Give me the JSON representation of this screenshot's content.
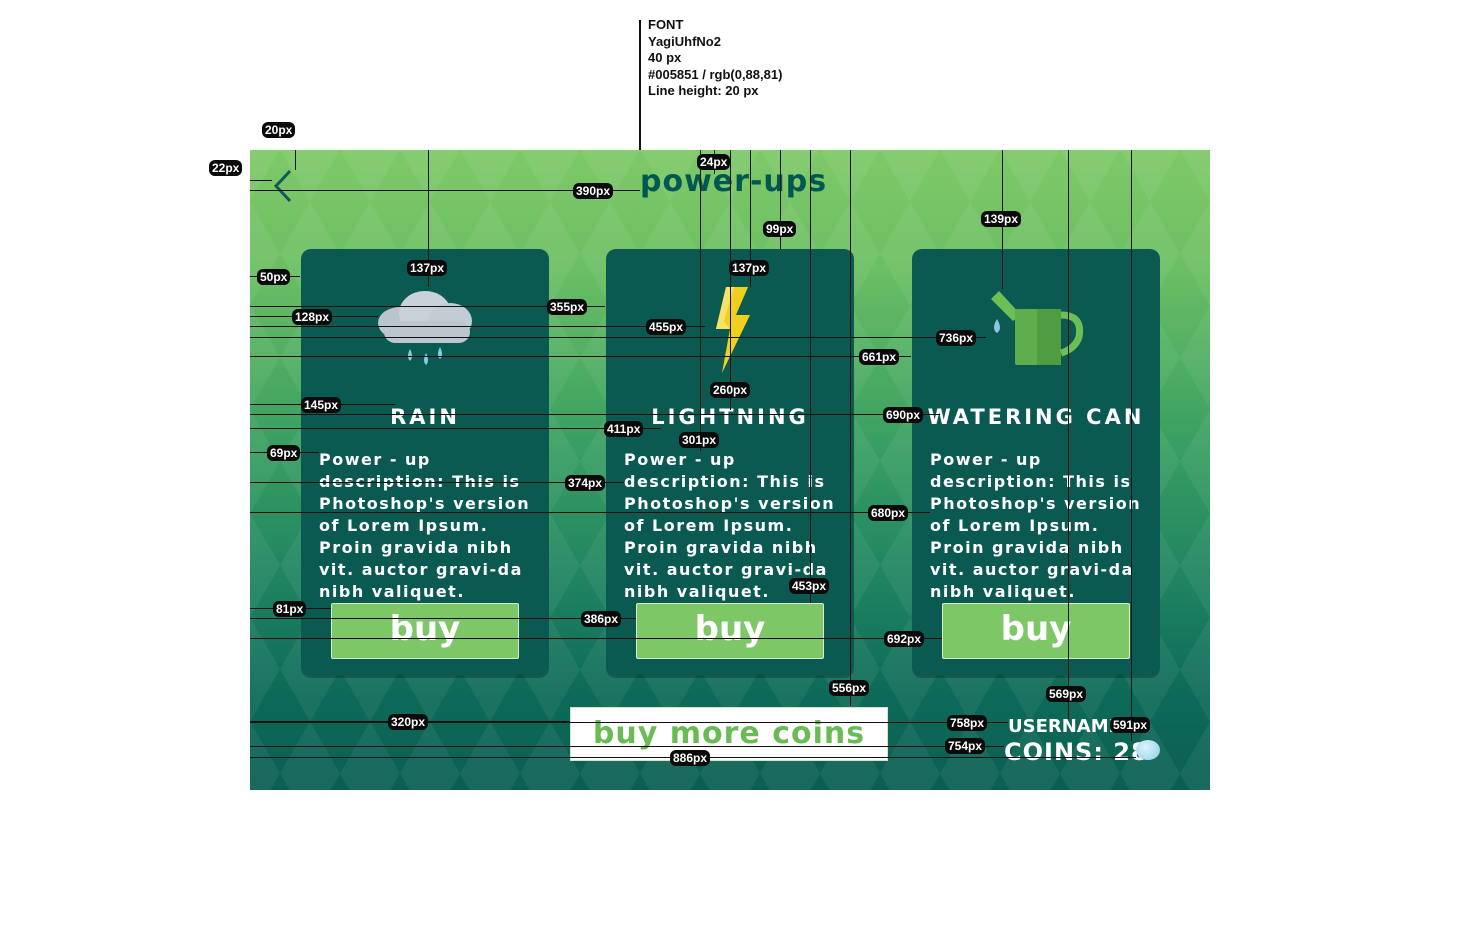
{
  "spec_note": {
    "lines": [
      "FONT",
      "YagiUhfNo2",
      "40 px",
      "#005851 / rgb(0,88,81)",
      "Line height: 20 px"
    ]
  },
  "header": {
    "back_icon": "chevron-left-icon",
    "title": "power-ups",
    "title_color": "#005851"
  },
  "cards": [
    {
      "icon": "rain-cloud-icon",
      "name": "RAIN",
      "description": "Power - up description: This is Photoshop's version  of Lorem Ipsum. Proin gravida nibh vit. auctor gravi-da nibh valiquet.",
      "buy_label": "buy"
    },
    {
      "icon": "lightning-bolt-icon",
      "name": "LIGHTNING",
      "description": "Power - up description: This is Photoshop's version  of Lorem Ipsum. Proin gravida nibh vit. auctor gravi-da nibh valiquet.",
      "buy_label": "buy"
    },
    {
      "icon": "watering-can-icon",
      "name": "WATERING CAN",
      "description": "Power - up description: This is Photoshop's version  of Lorem Ipsum. Proin gravida nibh vit. auctor gravi-da nibh valiquet.",
      "buy_label": "buy"
    }
  ],
  "footer": {
    "buy_more_label": "buy more coins",
    "username_label": "USERNAME",
    "coins_label": "COINS: 28",
    "coin_icon": "coin-drop-icon"
  },
  "colors": {
    "card_bg": "#0a5a52",
    "buy_button": "#7dc766",
    "buy_more_text": "#6abb55"
  },
  "measurements": [
    "20px",
    "22px",
    "24px",
    "390px",
    "99px",
    "139px",
    "50px",
    "137px",
    "137px",
    "355px",
    "128px",
    "455px",
    "736px",
    "661px",
    "260px",
    "145px",
    "690px",
    "411px",
    "301px",
    "69px",
    "374px",
    "680px",
    "453px",
    "81px",
    "386px",
    "692px",
    "556px",
    "569px",
    "320px",
    "758px",
    "591px",
    "754px",
    "886px"
  ]
}
